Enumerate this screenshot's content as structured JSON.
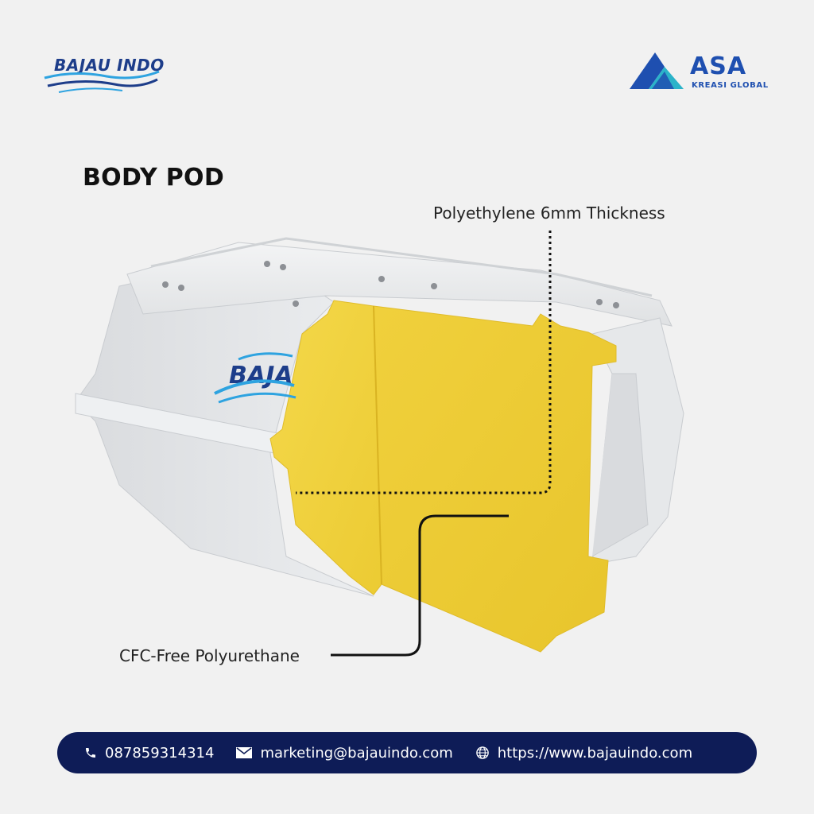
{
  "header": {
    "left_logo": {
      "text": "BAJAU INDO",
      "colors": {
        "primary": "#1d3d8a",
        "accent": "#2ea3e0"
      }
    },
    "right_logo": {
      "name": "ASA",
      "subtitle": "KREASI GLOBAL",
      "colors": {
        "primary": "#1e4fb0",
        "accent": "#2bb3c9"
      }
    }
  },
  "title": "BODY POD",
  "callouts": {
    "outer_layer": "Polyethylene 6mm Thickness",
    "inner_layer": "CFC-Free Polyurethane"
  },
  "product": {
    "icon": "insulated-fish-box-cutaway",
    "colors": {
      "shell": "#e4e6e8",
      "foam": "#f2d33e"
    },
    "side_logo_text": "BAJAU"
  },
  "footer": {
    "background": "#0e1c57",
    "phone": {
      "icon": "phone-icon",
      "text": "087859314314"
    },
    "email": {
      "icon": "mail-icon",
      "text": "marketing@bajauindo.com"
    },
    "website": {
      "icon": "globe-icon",
      "text": "https://www.bajauindo.com"
    }
  }
}
